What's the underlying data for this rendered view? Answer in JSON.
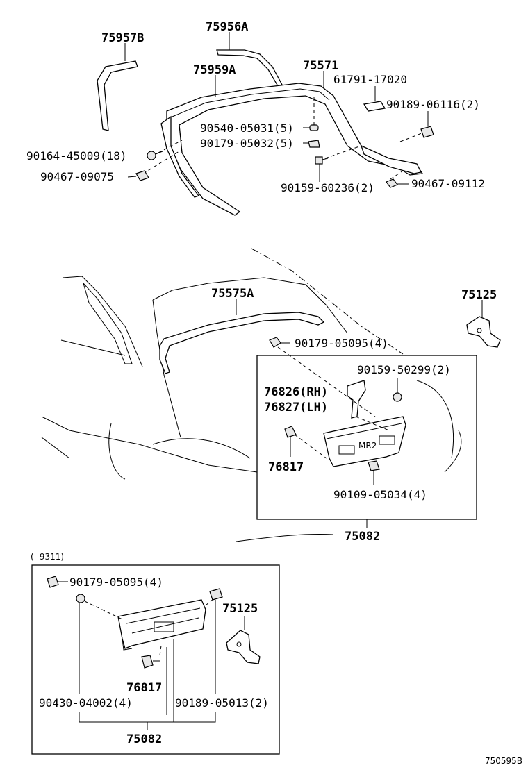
{
  "labels": {
    "p75957B": "75957B",
    "p75956A": "75956A",
    "p75959A": "75959A",
    "p75571": "75571",
    "p61791": "61791-17020",
    "p90189_06116": "90189-06116(2)",
    "p90540": "90540-05031(5)",
    "p90179_05032": "90179-05032(5)",
    "p90164": "90164-45009(18)",
    "p90467_09075": "90467-09075",
    "p90159_60236": "90159-60236(2)",
    "p90467_09112": "90467-09112",
    "p75575A": "75575A",
    "p75125_top": "75125",
    "p90179_05095_top": "90179-05095(4)",
    "p90159_50299": "90159-50299(2)",
    "p76826": "76826(RH)",
    "p76827": "76827(LH)",
    "p76817_top": "76817",
    "p90109": "90109-05034(4)",
    "p75082_top": "75082",
    "range_note": "(      -9311)",
    "p90179_05095_bot": "90179-05095(4)",
    "p75125_bot": "75125",
    "p76817_bot": "76817",
    "p90430": "90430-04002(4)",
    "p90189_05013": "90189-05013(2)",
    "p75082_bot": "75082",
    "emblem": "MR2",
    "diagram_id": "750595B"
  }
}
